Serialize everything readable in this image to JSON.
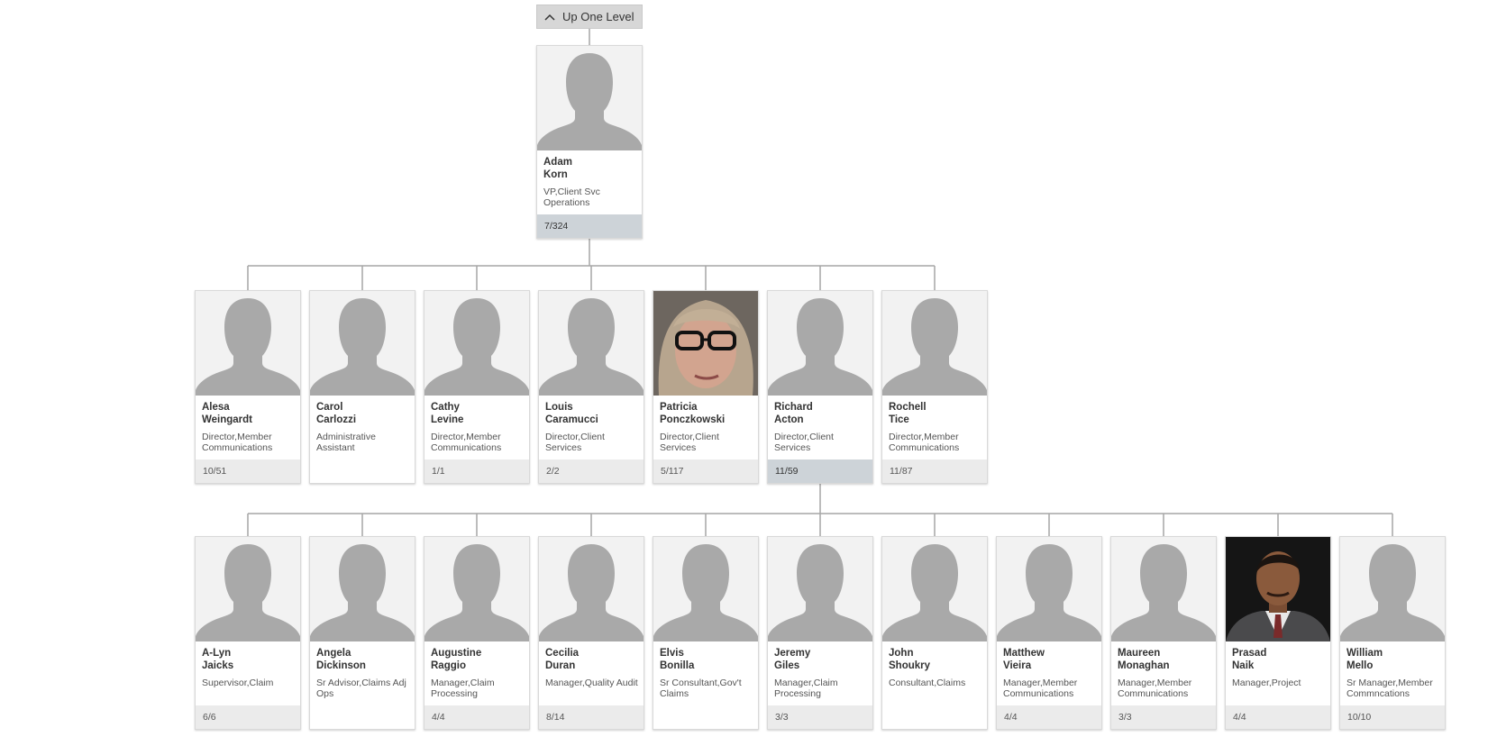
{
  "up_level": {
    "label": "Up One Level"
  },
  "colors": {
    "connector": "#a6a6a6",
    "card_border": "#d9d9d9",
    "count_bg": "#ebebeb",
    "selected_count_bg": "#cdd3d8",
    "placeholder_bg": "#f2f2f2",
    "silhouette": "#a9a9a9"
  },
  "root": {
    "first": "Adam",
    "last": "Korn",
    "title": "VP,Client Svc Operations",
    "count": "7/324",
    "photo": "placeholder",
    "selected": true
  },
  "level1": [
    {
      "first": "Alesa",
      "last": "Weingardt",
      "title": "Director,Member Communications",
      "count": "10/51",
      "photo": "placeholder"
    },
    {
      "first": "Carol",
      "last": "Carlozzi",
      "title": "Administrative Assistant",
      "count": "",
      "photo": "placeholder"
    },
    {
      "first": "Cathy",
      "last": "Levine",
      "title": "Director,Member Communications",
      "count": "1/1",
      "photo": "placeholder"
    },
    {
      "first": "Louis",
      "last": "Caramucci",
      "title": "Director,Client Services",
      "count": "2/2",
      "photo": "placeholder"
    },
    {
      "first": "Patricia",
      "last": "Ponczkowski",
      "title": "Director,Client Services",
      "count": "5/117",
      "photo": "woman-glasses"
    },
    {
      "first": "Richard",
      "last": "Acton",
      "title": "Director,Client Services",
      "count": "11/59",
      "photo": "placeholder",
      "selected": true
    },
    {
      "first": "Rochell",
      "last": "Tice",
      "title": "Director,Member Communications",
      "count": "11/87",
      "photo": "placeholder"
    }
  ],
  "level2": [
    {
      "first": "A-Lyn",
      "last": "Jaicks",
      "title": "Supervisor,Claim",
      "count": "6/6",
      "photo": "placeholder"
    },
    {
      "first": "Angela",
      "last": "Dickinson",
      "title": "Sr Advisor,Claims Adj Ops",
      "count": "",
      "photo": "placeholder"
    },
    {
      "first": "Augustine",
      "last": "Raggio",
      "title": "Manager,Claim Processing",
      "count": "4/4",
      "photo": "placeholder"
    },
    {
      "first": "Cecilia",
      "last": "Duran",
      "title": "Manager,Quality Audit",
      "count": "8/14",
      "photo": "placeholder"
    },
    {
      "first": "Elvis",
      "last": "Bonilla",
      "title": "Sr Consultant,Gov't Claims",
      "count": "",
      "photo": "placeholder"
    },
    {
      "first": "Jeremy",
      "last": "Giles",
      "title": "Manager,Claim Processing",
      "count": "3/3",
      "photo": "placeholder"
    },
    {
      "first": "John",
      "last": "Shoukry",
      "title": "Consultant,Claims",
      "count": "",
      "photo": "placeholder"
    },
    {
      "first": "Matthew",
      "last": "Vieira",
      "title": "Manager,Member Communications",
      "count": "4/4",
      "photo": "placeholder"
    },
    {
      "first": "Maureen",
      "last": "Monaghan",
      "title": "Manager,Member Communications",
      "count": "3/3",
      "photo": "placeholder"
    },
    {
      "first": "Prasad",
      "last": "Naik",
      "title": "Manager,Project",
      "count": "4/4",
      "photo": "man-suit"
    },
    {
      "first": "William",
      "last": "Mello",
      "title": "Sr Manager,Member Commncations",
      "count": "10/10",
      "photo": "placeholder"
    }
  ]
}
